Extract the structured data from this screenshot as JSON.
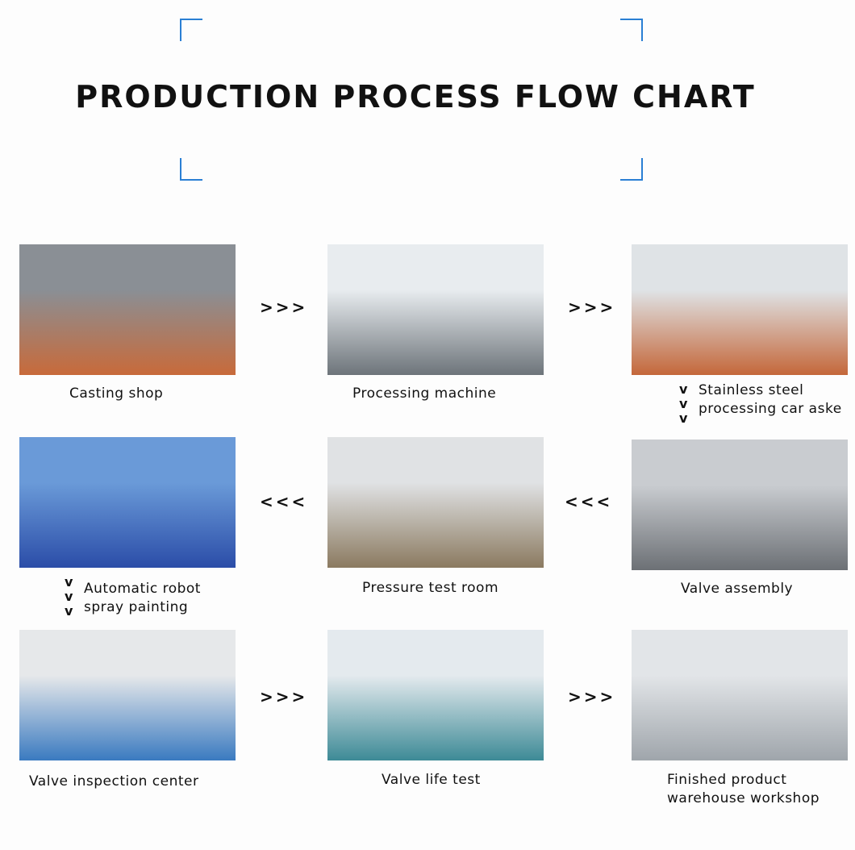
{
  "title": "PRODUCTION PROCESS FLOW CHART",
  "steps": [
    {
      "label": "Casting shop",
      "colors": [
        "#8a8f95",
        "#c86a3a"
      ]
    },
    {
      "label": "Processing machine",
      "colors": [
        "#e8ecef",
        "#6d747a"
      ]
    },
    {
      "label": "Stainless steel",
      "label2": "processing car aske",
      "colors": [
        "#dfe3e6",
        "#c4673a"
      ]
    },
    {
      "label": "Valve assembly",
      "colors": [
        "#c9ccd0",
        "#6c7075"
      ]
    },
    {
      "label": "Pressure test room",
      "colors": [
        "#e0e2e4",
        "#8b7a60"
      ]
    },
    {
      "label": "Automatic robot",
      "label2": "spray painting",
      "colors": [
        "#6a9ad8",
        "#2b4da8"
      ]
    },
    {
      "label": "Valve inspection center",
      "colors": [
        "#e6e8ea",
        "#3a7ac0"
      ]
    },
    {
      "label": "Valve life test",
      "colors": [
        "#e4eaee",
        "#3d8a96"
      ]
    },
    {
      "label": "Finished product",
      "label2": "warehouse workshop",
      "colors": [
        "#e2e5e8",
        "#9fa5ab"
      ]
    }
  ],
  "arrows": {
    "right": ">>>",
    "left": "<<<",
    "down": "v"
  }
}
